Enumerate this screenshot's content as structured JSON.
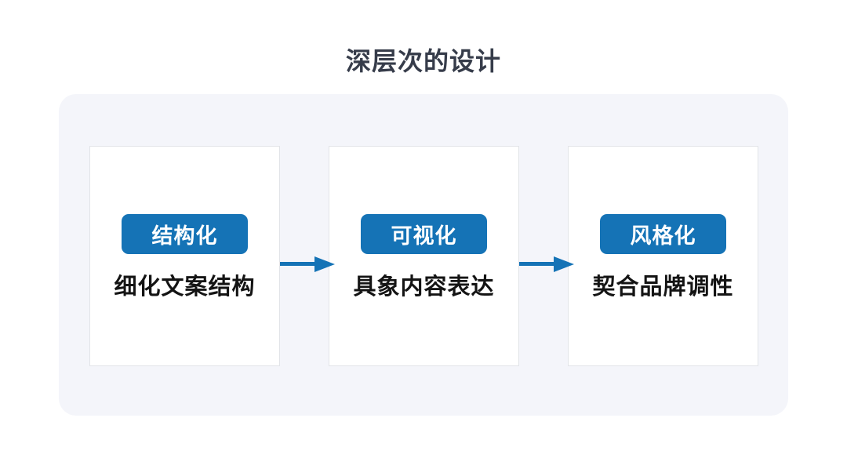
{
  "slide": {
    "title": "深层次的设计",
    "title_color": "#363C4A",
    "panel_bg": "#F4F5FA",
    "card_bg": "#FFFFFF",
    "card_border_color": "#E2E4E8",
    "badge_color": "#1573B6",
    "badge_text_color": "#FFFFFF",
    "caption_color": "#141414",
    "arrow_color": "#1573B6"
  },
  "steps": [
    {
      "badge": "结构化",
      "caption": "细化文案结构"
    },
    {
      "badge": "可视化",
      "caption": "具象内容表达"
    },
    {
      "badge": "风格化",
      "caption": "契合品牌调性"
    }
  ],
  "connectors": [
    {
      "name": "arrow-step1-to-step2",
      "direction": "right"
    },
    {
      "name": "arrow-step2-to-step3",
      "direction": "right"
    }
  ]
}
